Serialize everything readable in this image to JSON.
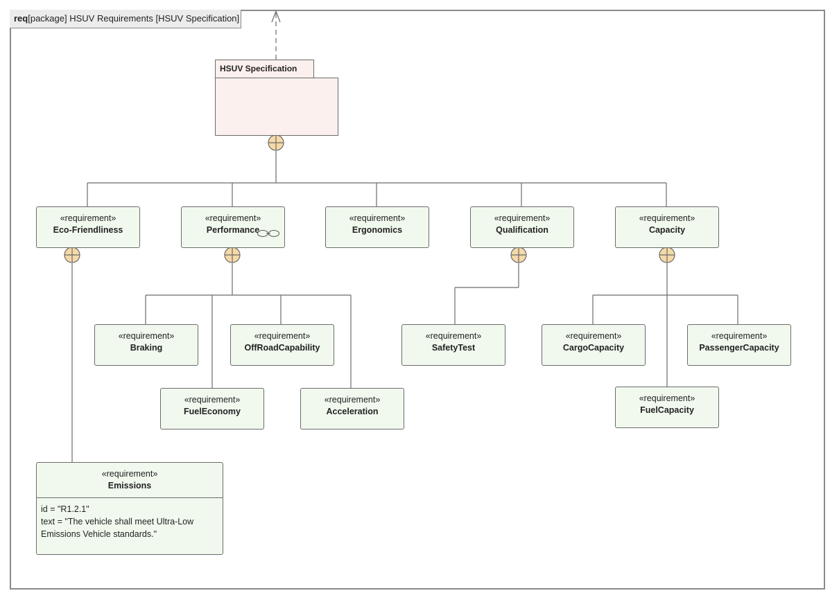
{
  "frame": {
    "keyword": "req",
    "title": "[package] HSUV Requirements [HSUV Specification]"
  },
  "package": {
    "name": "HSUV Specification"
  },
  "requirements": {
    "eco": {
      "stereotype": "«requirement»",
      "name": "Eco-Friendliness"
    },
    "performance": {
      "stereotype": "«requirement»",
      "name": "Performance"
    },
    "ergonomics": {
      "stereotype": "«requirement»",
      "name": "Ergonomics"
    },
    "qualification": {
      "stereotype": "«requirement»",
      "name": "Qualification"
    },
    "capacity": {
      "stereotype": "«requirement»",
      "name": "Capacity"
    },
    "braking": {
      "stereotype": "«requirement»",
      "name": "Braking"
    },
    "offroad": {
      "stereotype": "«requirement»",
      "name": "OffRoadCapability"
    },
    "fueleconomy": {
      "stereotype": "«requirement»",
      "name": "FuelEconomy"
    },
    "acceleration": {
      "stereotype": "«requirement»",
      "name": "Acceleration"
    },
    "safetytest": {
      "stereotype": "«requirement»",
      "name": "SafetyTest"
    },
    "cargo": {
      "stereotype": "«requirement»",
      "name": "CargoCapacity"
    },
    "passenger": {
      "stereotype": "«requirement»",
      "name": "PassengerCapacity"
    },
    "fuelcapacity": {
      "stereotype": "«requirement»",
      "name": "FuelCapacity"
    },
    "emissions": {
      "stereotype": "«requirement»",
      "name": "Emissions",
      "id_line": "id = \"R1.2.1\"",
      "text_line1": "text = \"The vehicle shall meet Ultra-Low",
      "text_line2": "Emissions Vehicle standards.\""
    }
  },
  "colors": {
    "requirement_fill": "#f1f9ee",
    "package_fill": "#fbf0ee",
    "containment_fill": "#f5d9a8",
    "line": "#6b6b6b"
  },
  "icons": {
    "containment": "circle-plus-icon",
    "link": "chain-link-icon",
    "dependency": "open-arrow-icon"
  }
}
